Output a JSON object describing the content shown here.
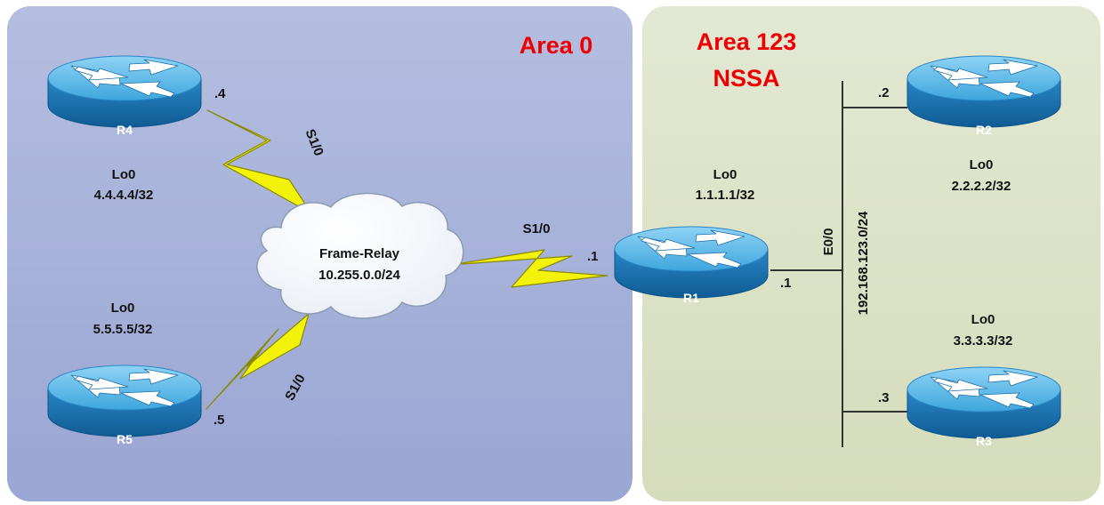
{
  "colors": {
    "area0_top": "#b4bee0",
    "area0_bottom": "#9aa6d3",
    "area123_top": "#e3e8d3",
    "area123_bottom": "#d5dcbb",
    "title_red": "#ee0000",
    "router_top": "#52b6e8",
    "router_side": "#1a73b2",
    "serial_fill": "#f2f20a",
    "serial_stroke": "#8a8a00"
  },
  "areas": {
    "area0": {
      "title": "Area 0"
    },
    "area123": {
      "title_line1": "Area 123",
      "title_line2": "NSSA"
    }
  },
  "routers": {
    "r4": {
      "name": "R4",
      "loopback_label": "Lo0",
      "loopback_ip": "4.4.4.4/32",
      "interface_ip": ".4",
      "icon": "router-icon"
    },
    "r5": {
      "name": "R5",
      "loopback_label": "Lo0",
      "loopback_ip": "5.5.5.5/32",
      "interface_ip": ".5",
      "icon": "router-icon"
    },
    "r1": {
      "name": "R1",
      "loopback_label": "Lo0",
      "loopback_ip": "1.1.1.1/32",
      "serial_ip": ".1",
      "ethernet_ip": ".1",
      "icon": "router-icon"
    },
    "r2": {
      "name": "R2",
      "loopback_label": "Lo0",
      "loopback_ip": "2.2.2.2/32",
      "interface_ip": ".2",
      "icon": "router-icon"
    },
    "r3": {
      "name": "R3",
      "loopback_label": "Lo0",
      "loopback_ip": "3.3.3.3/32",
      "interface_ip": ".3",
      "icon": "router-icon"
    }
  },
  "frame_relay": {
    "name": "Frame-Relay",
    "subnet": "10.255.0.0/24"
  },
  "links": {
    "r4_serial": "S1/0",
    "r5_serial": "S1/0",
    "r1_serial": "S1/0",
    "r1_ethernet": "E0/0",
    "lan_subnet": "192.168.123.0/24"
  }
}
